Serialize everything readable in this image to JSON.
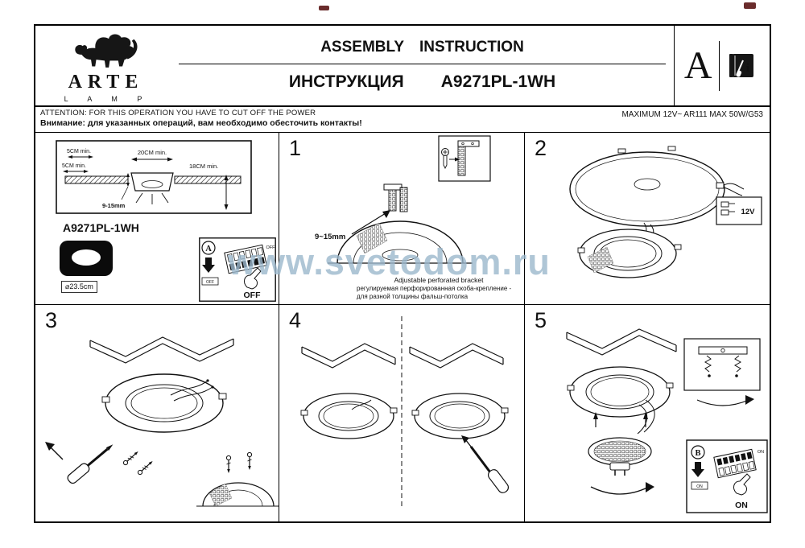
{
  "header": {
    "brand_name": "ARTE",
    "brand_sub": "L A M P",
    "title_en": "ASSEMBLY INSTRUCTION",
    "title_ru": "ИНСТРУКЦИЯ",
    "model": "A9271PL-1WH",
    "section_letter": "A"
  },
  "icons": {
    "book_info_glyph": "i"
  },
  "attention": {
    "en": "ATTENTION: FOR THIS OPERATION YOU HAVE TO CUT OFF THE POWER",
    "ru": "Внимание: для указанных операций, вам необходимо обесточить контакты!",
    "spec": "MAXIMUM 12V~ AR111 MAX 50W/G53"
  },
  "watermark": "www.svetodom.ru",
  "dims_panel": {
    "model": "A9271PL-1WH",
    "dim_5cm": "5CM min.",
    "dim_5cm_b": "5CM min.",
    "dim_20cm": "20CM min.",
    "dim_18cm": "18CM min.",
    "dim_9_15": "9-15mm",
    "hole_diameter": "⌀23.5cm",
    "switch": {
      "letter": "A",
      "mini": "OFF",
      "mini2": "OFF",
      "state": "OFF"
    }
  },
  "step1": {
    "number": "1",
    "range": "9~15mm",
    "caption_en": "Adjustable perforated bracket",
    "caption_ru": "регулируемая перфорированная скоба-крепление - для разной толщины фальш-потолка"
  },
  "step2": {
    "number": "2",
    "voltage": "12V"
  },
  "step3": {
    "number": "3"
  },
  "step4": {
    "number": "4"
  },
  "step5": {
    "number": "5",
    "switch": {
      "letter": "B",
      "mini": "ON",
      "mini2": "ON",
      "state": "ON"
    }
  }
}
